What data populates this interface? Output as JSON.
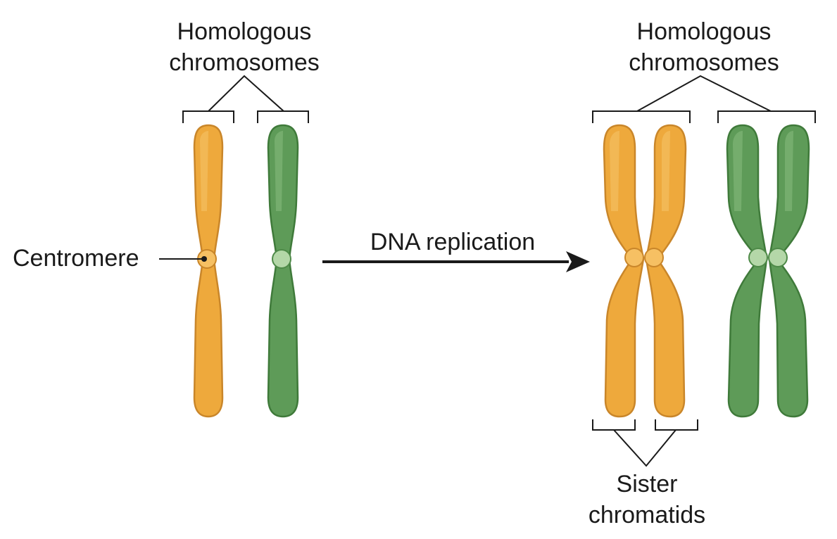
{
  "labels": {
    "homologous_left_line1": "Homologous",
    "homologous_left_line2": "chromosomes",
    "homologous_right_line1": "Homologous",
    "homologous_right_line2": "chromosomes",
    "centromere": "Centromere",
    "process": "DNA replication",
    "sister_line1": "Sister",
    "sister_line2": "chromatids"
  },
  "colors": {
    "maternal": "#EEA93C",
    "paternal": "#5E9B58",
    "centromere_maternal": "#F6C063",
    "centromere_paternal": "#B4D7A8",
    "text": "#1a1a1a"
  }
}
